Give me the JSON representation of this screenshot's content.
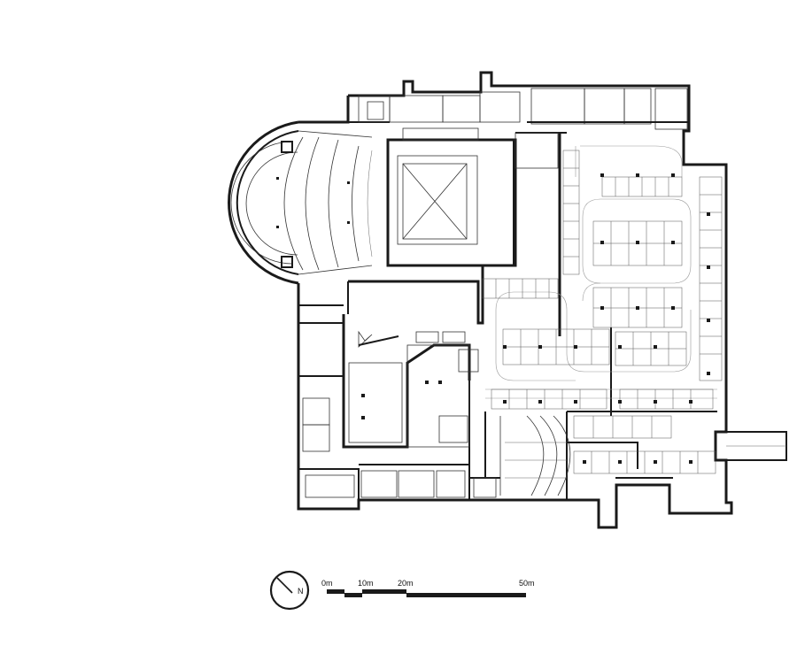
{
  "scale_bar": {
    "labels": [
      "0m",
      "10m",
      "20m",
      "50m"
    ]
  },
  "north_arrow": {
    "label": "N"
  }
}
